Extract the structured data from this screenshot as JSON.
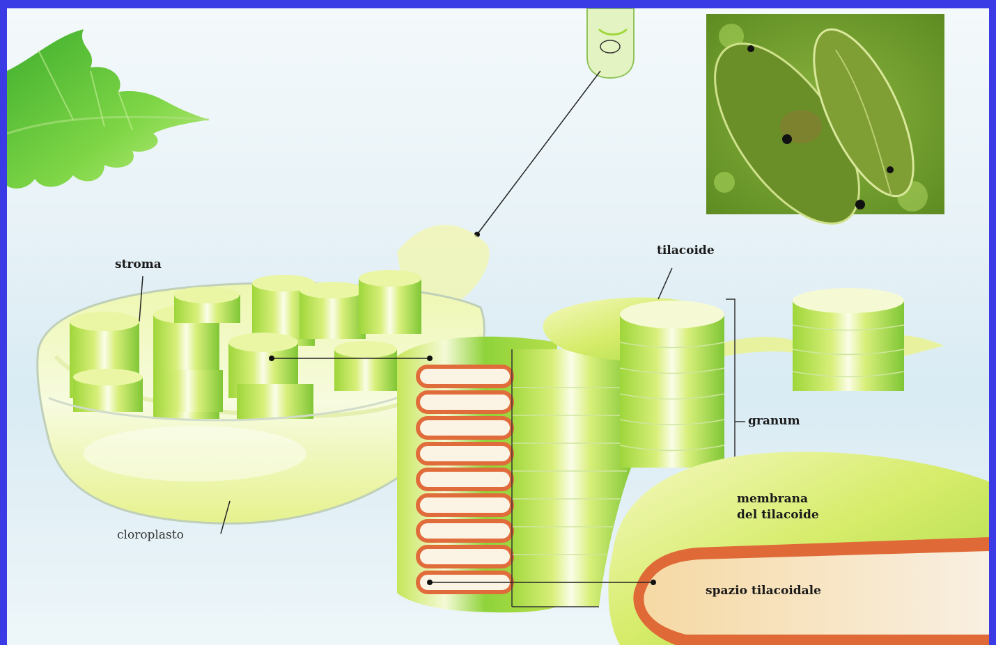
{
  "diagram": {
    "labels": {
      "stroma": "stroma",
      "tilacoide": "tilacoide",
      "granum": "granum",
      "membrana_line1": "membrana",
      "membrana_line2": "del tilacoide",
      "spazio": "spazio tilacoidale",
      "cloroplasto": "cloroplasto"
    },
    "colors": {
      "frame": "#3b3be6",
      "leaf_green": "#5ec43a",
      "thylakoid_green": "#8fd33a",
      "thylakoid_light": "#f3f8c8",
      "membrane_orange": "#d9683a",
      "lumen": "#f1d39a",
      "micrograph_bg": "#7fa83a"
    }
  }
}
